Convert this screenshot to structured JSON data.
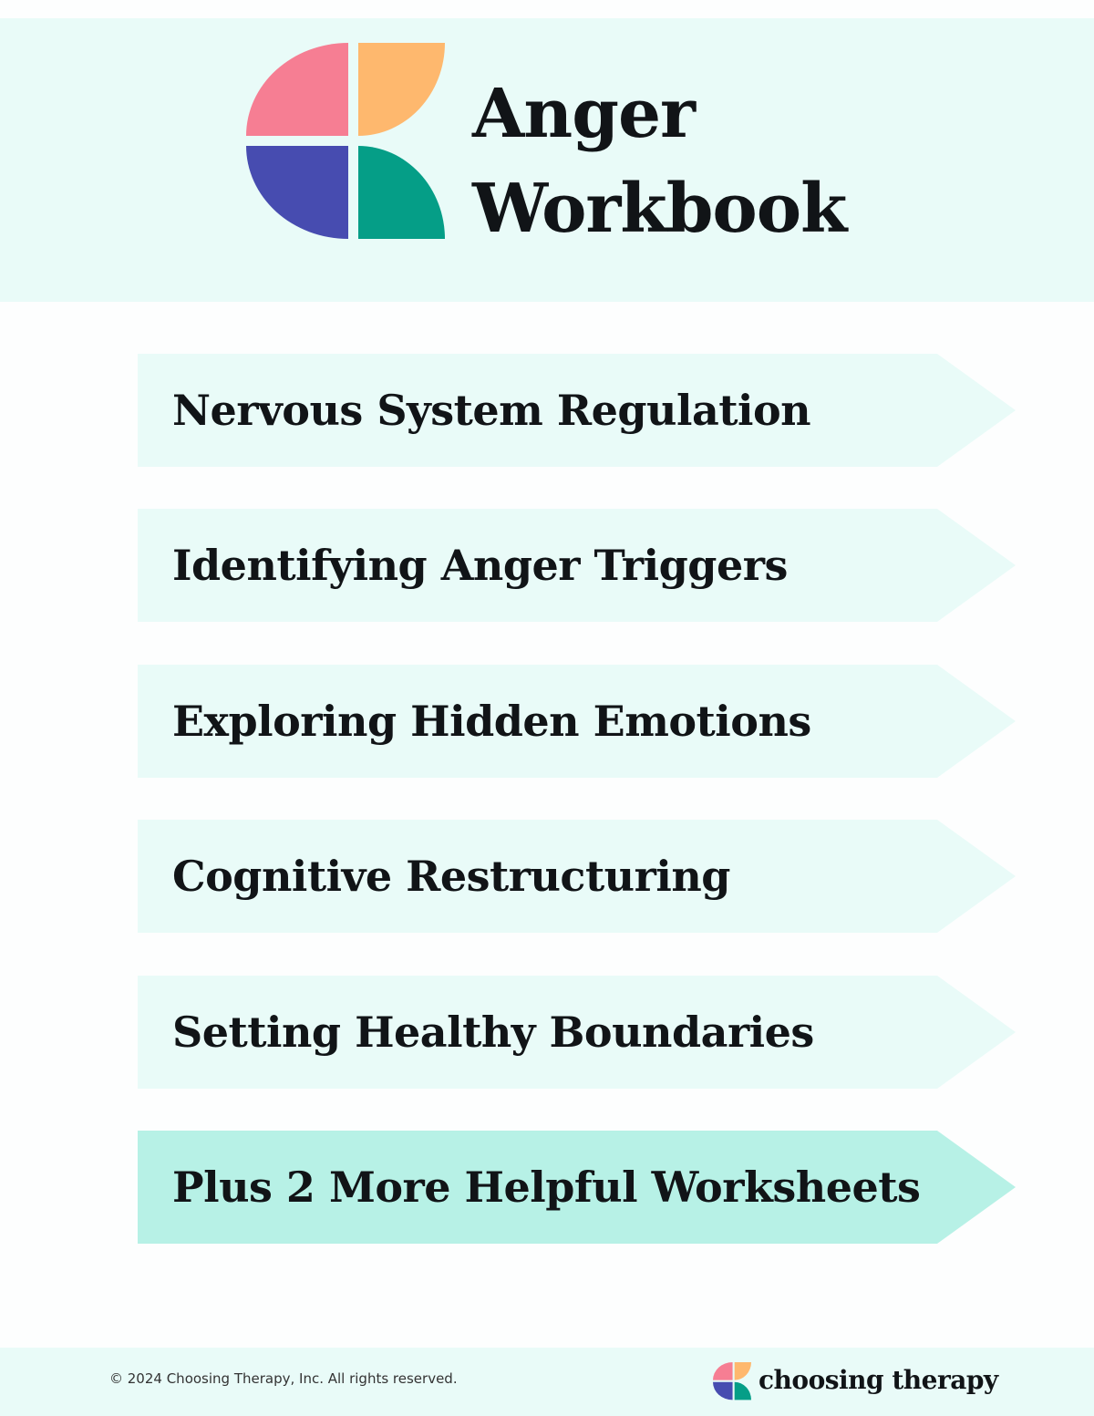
{
  "header": {
    "title_line1": "Anger",
    "title_line2": "Workbook",
    "logo_icon": "choosing-therapy-logo-icon"
  },
  "items": [
    {
      "label": "Nervous System Regulation"
    },
    {
      "label": "Identifying Anger Triggers"
    },
    {
      "label": "Exploring Hidden Emotions"
    },
    {
      "label": "Cognitive Restructuring"
    },
    {
      "label": "Setting Healthy Boundaries"
    },
    {
      "label": "Plus 2 More Helpful Worksheets"
    }
  ],
  "footer": {
    "copyright": "© 2024 Choosing Therapy, Inc. All rights reserved.",
    "brand": "choosing therapy"
  },
  "colors": {
    "header_bg": "#e9fbf8",
    "item_bg": "#e9fbf8",
    "item_highlight_bg": "#b7f1e6",
    "logo_pink": "#f67e93",
    "logo_orange": "#feb86e",
    "logo_blue": "#474cb0",
    "logo_green": "#059e87"
  }
}
